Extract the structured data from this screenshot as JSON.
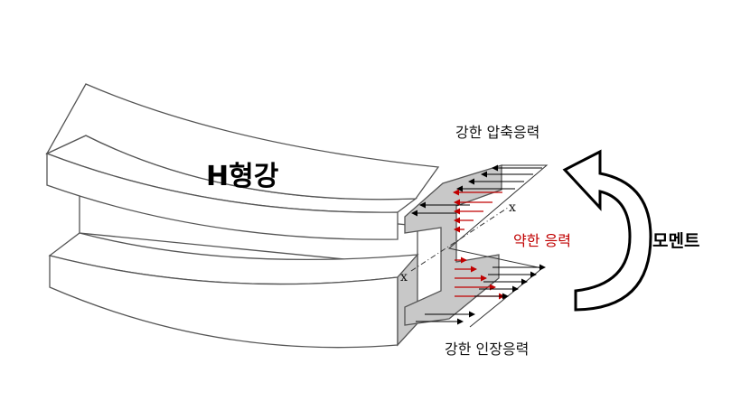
{
  "diagram": {
    "title": "H형강",
    "compression_label": "강한 압축응력",
    "tension_label": "강한 인장응력",
    "weak_stress_label": "약한 응력",
    "moment_label": "모멘트",
    "axis_label_right": "x",
    "axis_label_left": "x"
  },
  "colors": {
    "outline": "#555555",
    "section_fill": "#c8c8c8",
    "strong_arrow": "#000000",
    "weak_arrow": "#c00000"
  }
}
